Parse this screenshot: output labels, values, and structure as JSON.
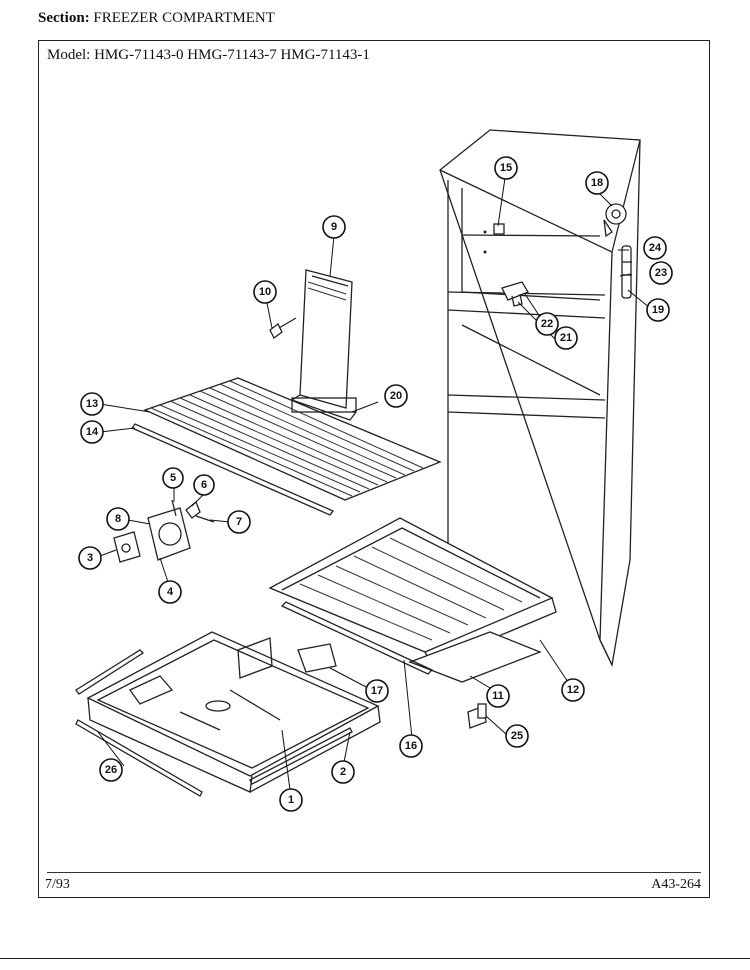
{
  "header": {
    "section_label": "Section:",
    "section_value": "FREEZER COMPARTMENT",
    "model_label": "Model:",
    "models": "HMG-71143-0  HMG-71143-7  HMG-71143-1"
  },
  "footer": {
    "date": "7/93",
    "doc_number": "A43-264"
  },
  "callouts": [
    "1",
    "2",
    "3",
    "4",
    "5",
    "6",
    "7",
    "8",
    "9",
    "10",
    "11",
    "12",
    "13",
    "14",
    "15",
    "16",
    "17",
    "18",
    "19",
    "20",
    "21",
    "22",
    "23",
    "24",
    "25",
    "26"
  ]
}
